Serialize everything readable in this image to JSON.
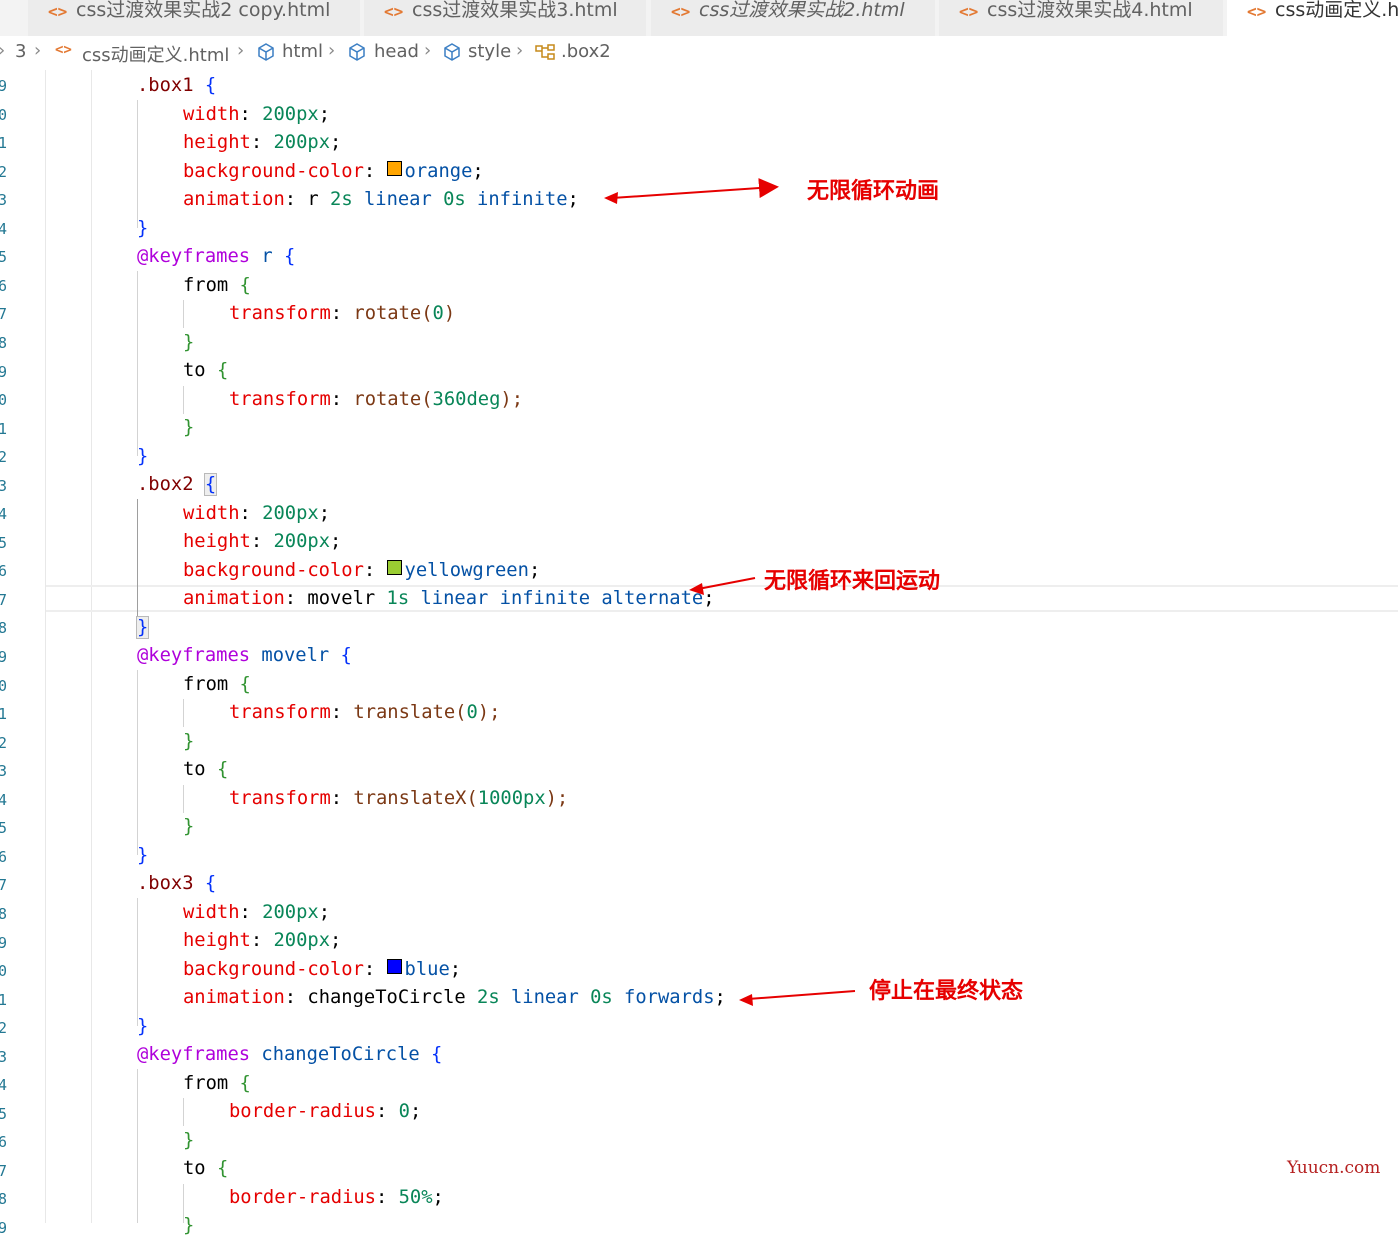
{
  "tabs": [
    {
      "label": "css过渡效果实战2 copy.html",
      "icon": "html-file-icon",
      "active": false
    },
    {
      "label": "css过渡效果实战3.html",
      "icon": "html-file-icon",
      "active": false
    },
    {
      "label": "css过渡效果实战2.html",
      "icon": "html-file-icon",
      "active": false,
      "italic": true
    },
    {
      "label": "css过渡效果实战4.html",
      "icon": "html-file-icon",
      "active": false
    },
    {
      "label": "css动画定义.ht",
      "icon": "html-file-icon",
      "active": true
    }
  ],
  "breadcrumb": {
    "folder": "3",
    "file": "css动画定义.html",
    "html": "html",
    "head": "head",
    "style": "style",
    "selector": ".box2"
  },
  "line_numbers": [
    "9",
    "0",
    "1",
    "2",
    "3",
    "4",
    "5",
    "6",
    "7",
    "8",
    "9",
    "0",
    "1",
    "2",
    "3",
    "4",
    "5",
    "6",
    "7",
    "8",
    "9",
    "0",
    "1",
    "2",
    "3",
    "4",
    "5",
    "6",
    "7",
    "8",
    "9",
    "0",
    "1",
    "2",
    "3",
    "4",
    "5",
    "6",
    "7",
    "8",
    "9"
  ],
  "code": {
    "l01": ".box1",
    "l01b": "{",
    "l02p": "width",
    "l02v": "200px",
    "l03p": "height",
    "l03v": "200px",
    "l04p": "background-color",
    "l04v": "orange",
    "l05p": "animation",
    "l05a": "r",
    "l05b": "2s",
    "l05c": "linear",
    "l05d": "0s",
    "l05e": "infinite",
    "l06": "}",
    "l07a": "@keyframes",
    "l07b": "r",
    "l07c": "{",
    "l08a": "from",
    "l08b": "{",
    "l09p": "transform",
    "l09f": "rotate(",
    "l09n": "0",
    "l09e": ")",
    "l10": "}",
    "l11a": "to",
    "l11b": "{",
    "l12p": "transform",
    "l12f": "rotate(",
    "l12n": "360deg",
    "l12e": ");",
    "l13": "}",
    "l14": "}",
    "l15": ".box2",
    "l15b": "{",
    "l16p": "width",
    "l16v": "200px",
    "l17p": "height",
    "l17v": "200px",
    "l18p": "background-color",
    "l18v": "yellowgreen",
    "l19p": "animation",
    "l19a": "movelr",
    "l19b": "1s",
    "l19c": "linear",
    "l19d": "infinite",
    "l19e": "alternate",
    "l20": "}",
    "l21a": "@keyframes",
    "l21b": "movelr",
    "l21c": "{",
    "l22a": "from",
    "l22b": "{",
    "l23p": "transform",
    "l23f": "translate(",
    "l23n": "0",
    "l23e": ");",
    "l24": "}",
    "l25a": "to",
    "l25b": "{",
    "l26p": "transform",
    "l26f": "translateX(",
    "l26n": "1000px",
    "l26e": ");",
    "l27": "}",
    "l28": "}",
    "l29": ".box3",
    "l29b": "{",
    "l30p": "width",
    "l30v": "200px",
    "l31p": "height",
    "l31v": "200px",
    "l32p": "background-color",
    "l32v": "blue",
    "l33p": "animation",
    "l33a": "changeToCircle",
    "l33b": "2s",
    "l33c": "linear",
    "l33d": "0s",
    "l33e": "forwards",
    "l34": "}",
    "l35a": "@keyframes",
    "l35b": "changeToCircle",
    "l35c": "{",
    "l36a": "from",
    "l36b": "{",
    "l37p": "border-radius",
    "l37v": "0",
    "l38": "}",
    "l39a": "to",
    "l39b": "{",
    "l40p": "border-radius",
    "l40v": "50%"
  },
  "swatches": {
    "orange": "#ffa500",
    "yellowgreen": "#9acd32",
    "blue": "#0000ff"
  },
  "annotations": {
    "a1": "无限循环动画",
    "a2": "无限循环来回运动",
    "a3": "停止在最终状态"
  },
  "watermark": "Yuucn.com"
}
